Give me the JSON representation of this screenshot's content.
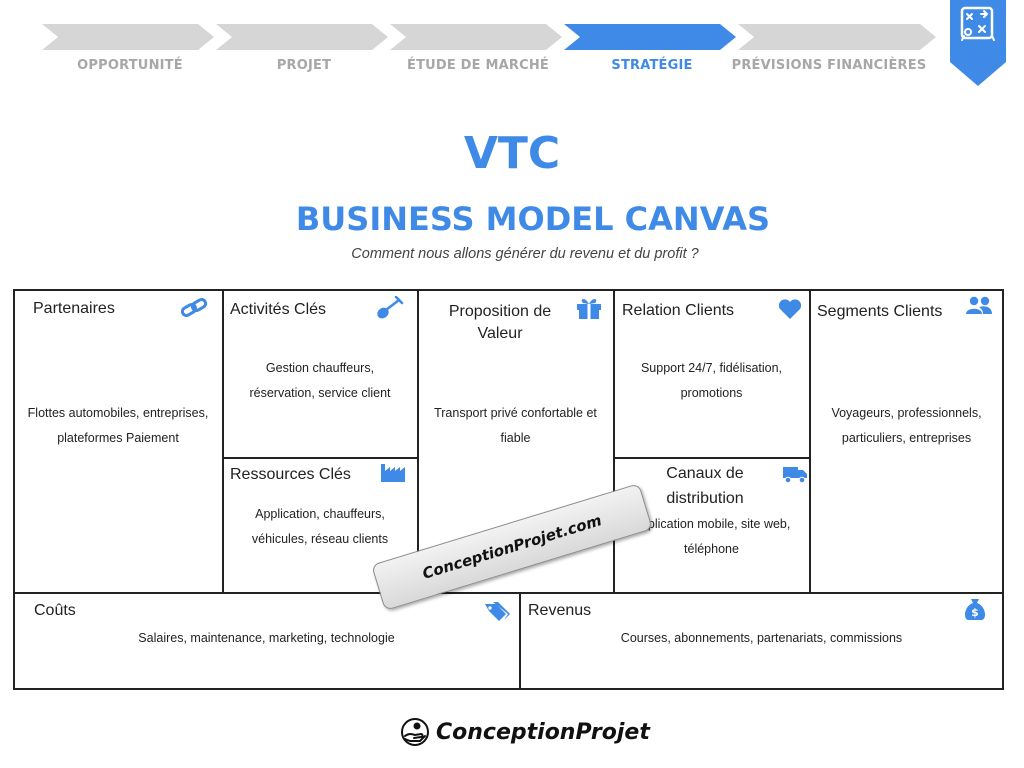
{
  "stepper": {
    "steps": [
      {
        "label": "OPPORTUNITÉ",
        "active": false
      },
      {
        "label": "PROJET",
        "active": false
      },
      {
        "label": "ÉTUDE DE MARCHÉ",
        "active": false
      },
      {
        "label": "STRATÉGIE",
        "active": true
      },
      {
        "label": "PRÉVISIONS FINANCIÈRES",
        "active": false
      }
    ],
    "active_color": "#3e8ae6",
    "inactive_color": "#d6d6d6",
    "badge_icon": "strategy-board-icon"
  },
  "header": {
    "title": "VTC",
    "subtitle": "BUSINESS MODEL CANVAS",
    "tagline": "Comment nous allons générer du revenu et du profit ?"
  },
  "canvas": {
    "partenaires": {
      "title": "Partenaires",
      "icon": "link-icon",
      "text_lines": [
        "Flottes automobiles, entreprises,",
        "plateformes Paiement"
      ]
    },
    "activites": {
      "title": "Activités Clés",
      "icon": "shovel-icon",
      "text_lines": [
        "Gestion chauffeurs,",
        "réservation, service client"
      ]
    },
    "ressources": {
      "title": "Ressources Clés",
      "icon": "factory-icon",
      "text_lines": [
        "Application, chauffeurs,",
        "véhicules, réseau clients"
      ]
    },
    "proposition": {
      "title_lines": [
        "Proposition de",
        "Valeur"
      ],
      "icon": "gift-icon",
      "text_lines": [
        "Transport privé confortable et",
        "fiable"
      ]
    },
    "relation": {
      "title": "Relation Clients",
      "icon": "heart-icon",
      "text_lines": [
        "Support 24/7, fidélisation,",
        "promotions"
      ]
    },
    "canaux": {
      "title_lines": [
        "Canaux de",
        "distribution"
      ],
      "icon": "truck-icon",
      "text_lines": [
        "Application mobile, site web,",
        "téléphone"
      ]
    },
    "segments": {
      "title": "Segments Clients",
      "icon": "users-icon",
      "text_lines": [
        "Voyageurs, professionnels,",
        "particuliers, entreprises"
      ]
    },
    "couts": {
      "title": "Coûts",
      "icon": "tags-icon",
      "text": "Salaires, maintenance, marketing, technologie"
    },
    "revenus": {
      "title": "Revenus",
      "icon": "money-bag-icon",
      "text": "Courses, abonnements, partenariats, commissions"
    },
    "icon_color": "#3e8ae6"
  },
  "watermark": {
    "text": "ConceptionProjet.com"
  },
  "footer": {
    "brand": "ConceptionProjet",
    "icon": "hand-coin-icon"
  }
}
